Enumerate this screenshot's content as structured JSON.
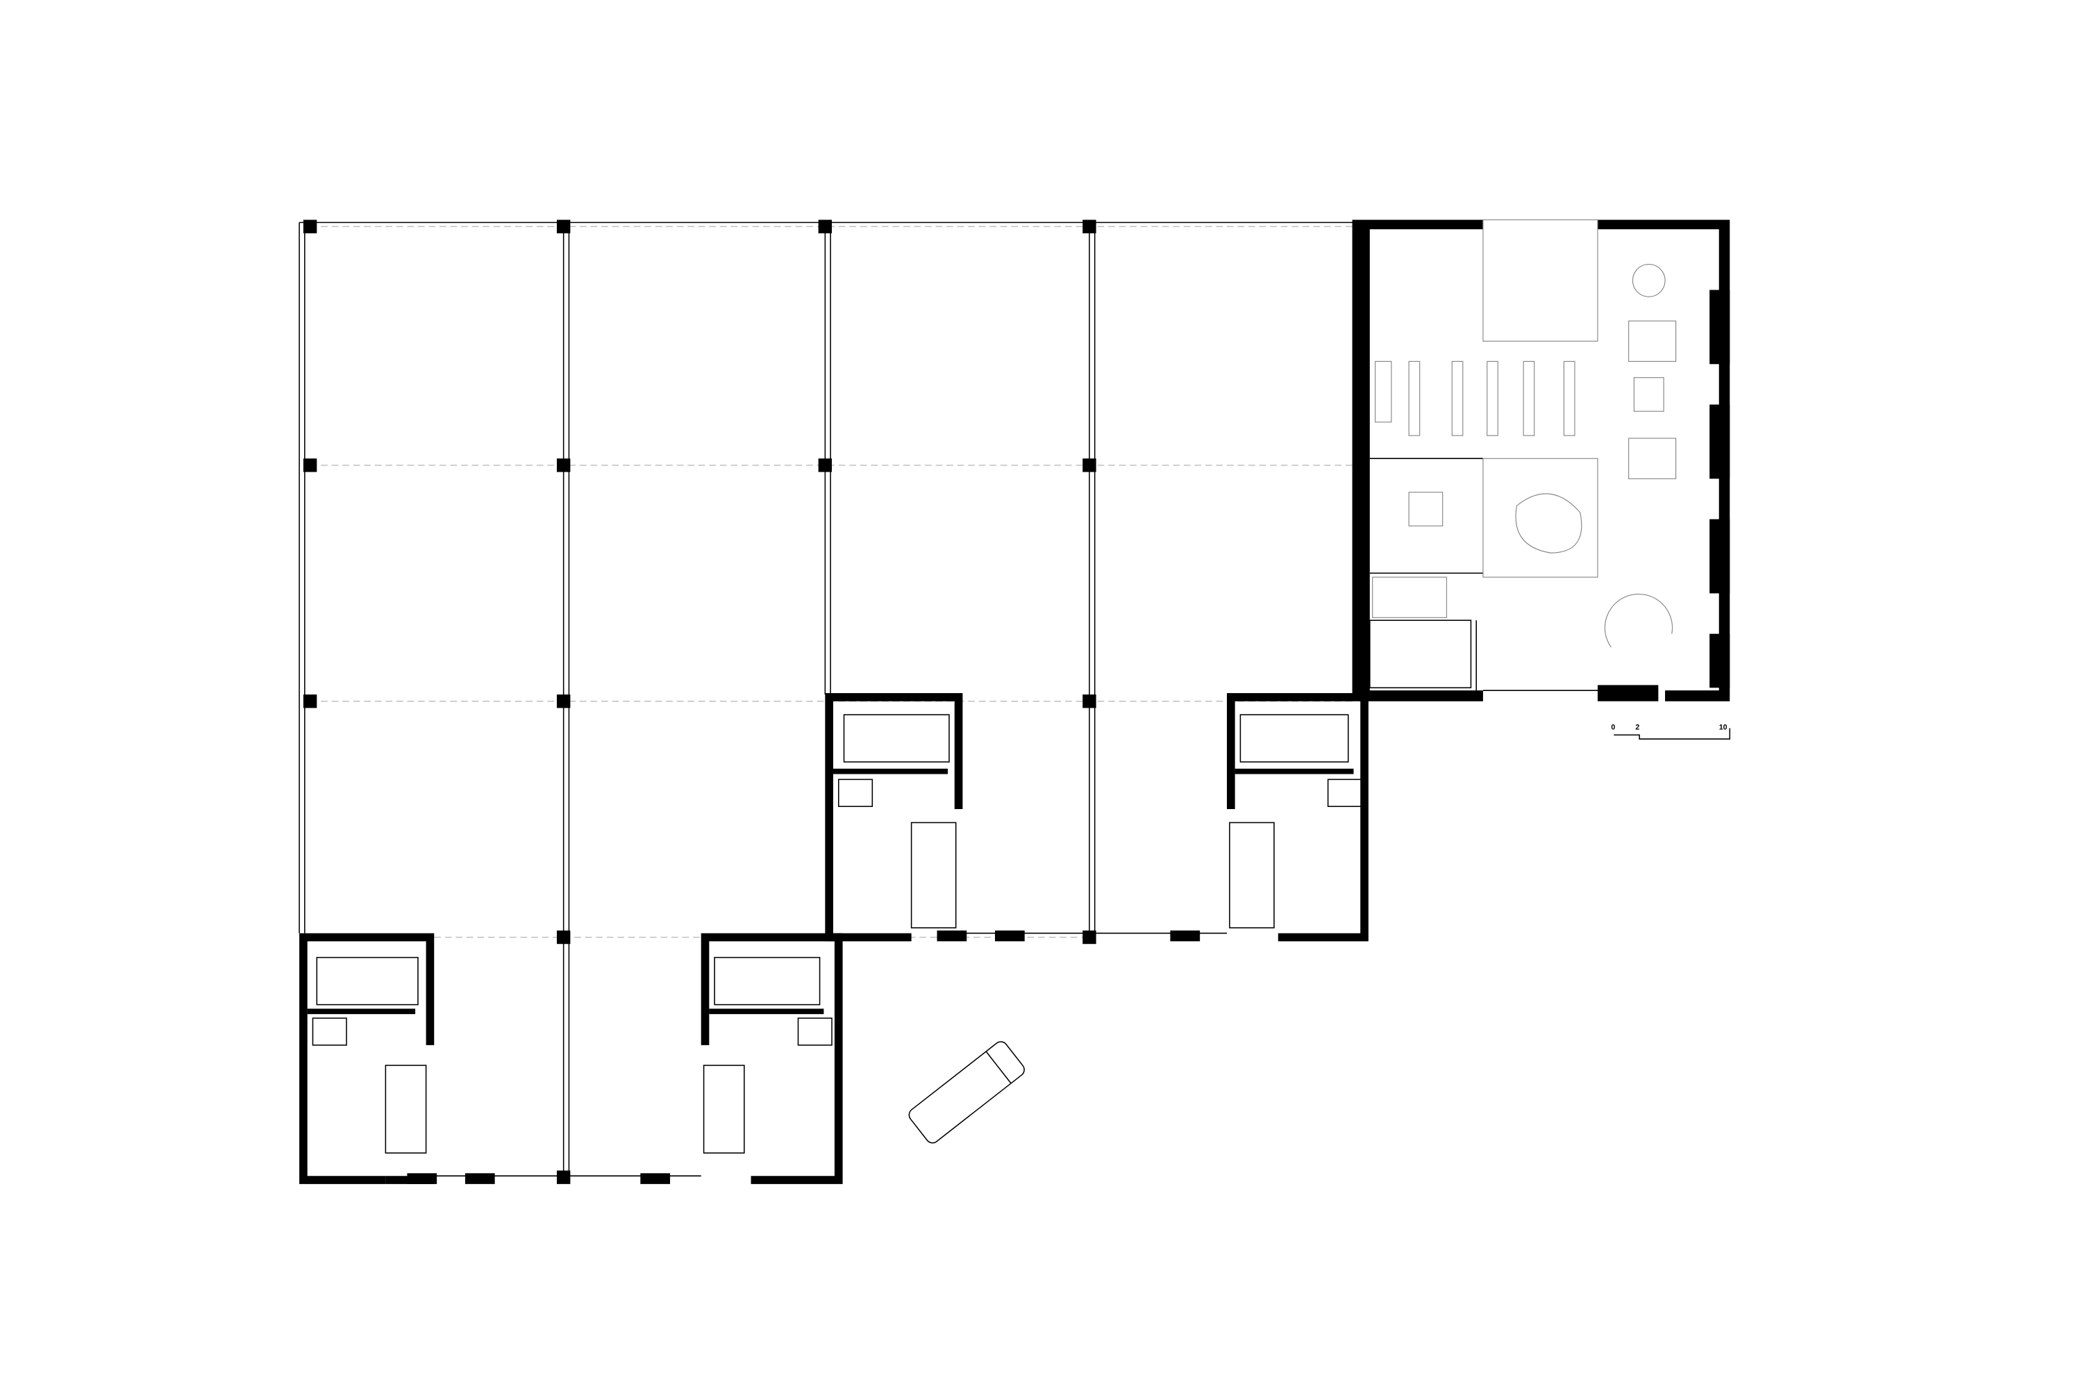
{
  "drawing": {
    "type": "floor-plan",
    "colors": {
      "wall": "#000000",
      "line": "#000000",
      "grid": "#bbbbbb",
      "furniture": "#888888",
      "background": "#ffffff"
    }
  },
  "scale_bar": {
    "labels": [
      "0",
      "2",
      "10"
    ]
  }
}
